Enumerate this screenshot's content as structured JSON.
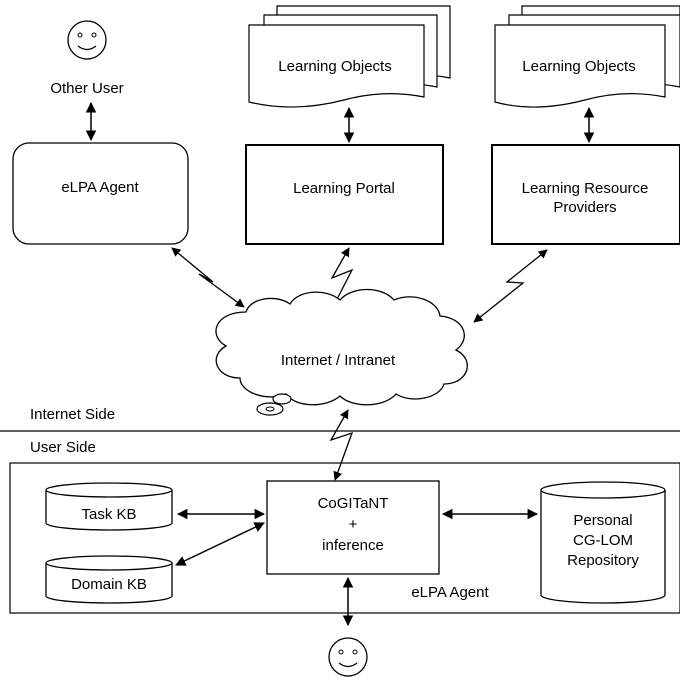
{
  "users": {
    "other_user_label": "Other User"
  },
  "top_boxes": {
    "elpa_agent": "eLPA Agent",
    "learning_portal": "Learning Portal",
    "lrp_line1": "Learning Resource",
    "lrp_line2": "Providers"
  },
  "documents": {
    "portal_docs_label": "Learning Objects",
    "lrp_docs_label": "Learning Objects"
  },
  "cloud": {
    "label": "Internet / Intranet"
  },
  "sides": {
    "internet_side": "Internet Side",
    "user_side": "User Side"
  },
  "user_side_box": {
    "task_kb": "Task KB",
    "domain_kb": "Domain KB",
    "cogitant_line1": "CoGITaNT",
    "cogitant_line2": "+",
    "cogitant_line3": "inference",
    "repo_line1": "Personal",
    "repo_line2": "CG-LOM",
    "repo_line3": "Repository",
    "agent_label": "eLPA Agent"
  },
  "colors": {
    "stroke": "#000000",
    "background": "#ffffff"
  }
}
